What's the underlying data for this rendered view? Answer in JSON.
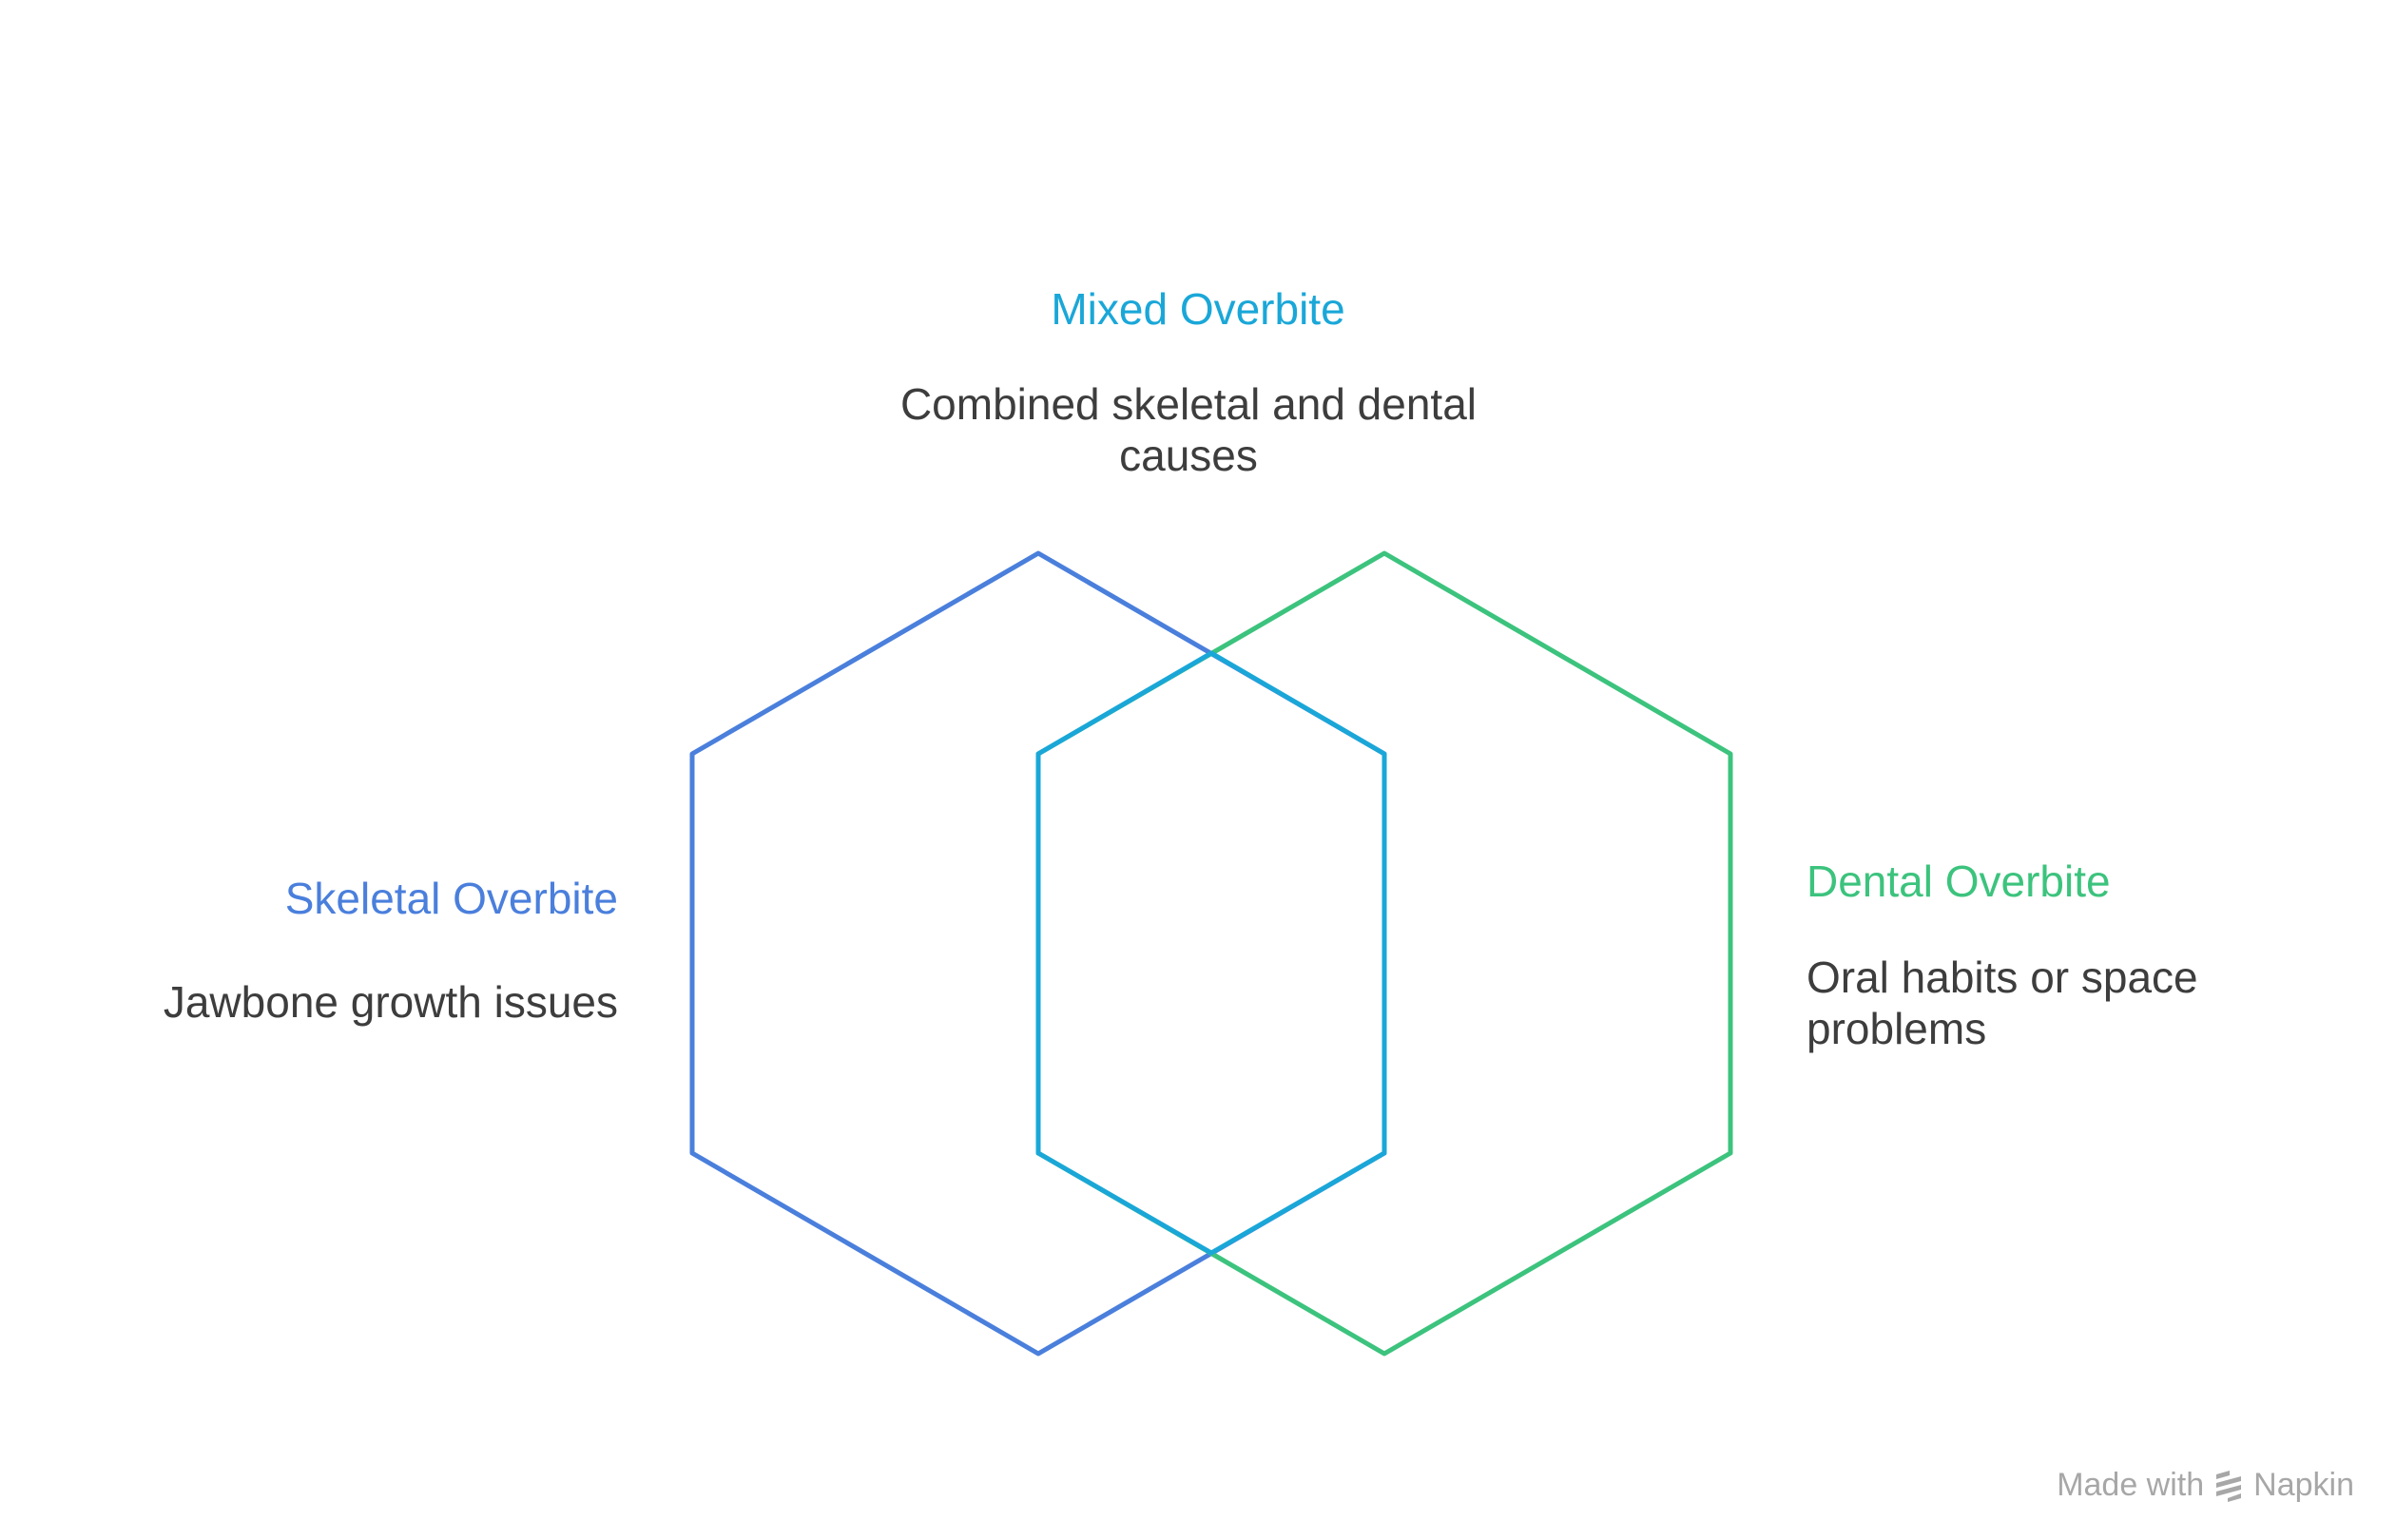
{
  "colors": {
    "skeletal": "#4a7fdc",
    "dental": "#3cc37d",
    "mixed": "#1aa7d8",
    "text": "#3d3d3d",
    "watermark": "#a7a7a7"
  },
  "sections": {
    "mixed": {
      "title": "Mixed Overbite",
      "description": "Combined skeletal and dental causes"
    },
    "skeletal": {
      "title": "Skeletal Overbite",
      "description": "Jawbone growth issues"
    },
    "dental": {
      "title": "Dental Overbite",
      "description": "Oral habits or space problems"
    }
  },
  "watermark": {
    "text_before": "Made with",
    "brand": "Napkin",
    "icon": "napkin-logo-icon"
  }
}
